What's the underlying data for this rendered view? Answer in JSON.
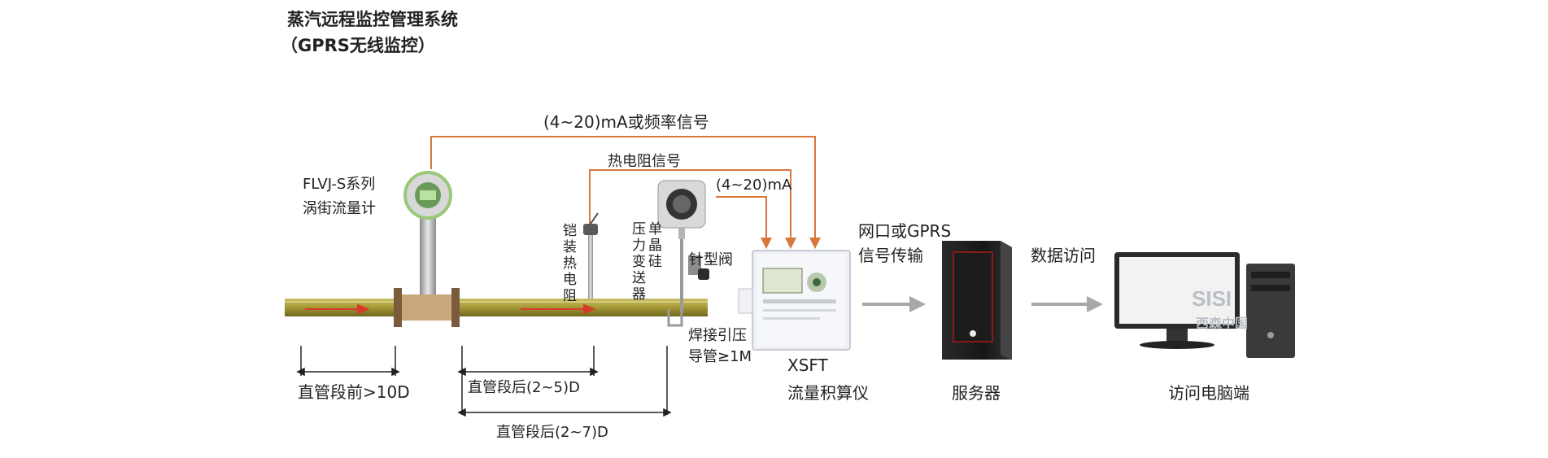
{
  "title": {
    "line1": "蒸汽远程监控管理系统",
    "line2": "（GPRS无线监控）"
  },
  "signals": {
    "ma_or_freq": "(4~20)mA或频率信号",
    "rtd_signal": "热电阻信号",
    "ma": "(4~20)mA"
  },
  "devices": {
    "vortex_flowmeter": [
      "FLVJ-S系列",
      "涡街流量计"
    ],
    "rtd": [
      "铠",
      "装",
      "热",
      "电",
      "阻"
    ],
    "pressure_transmitter_col1": [
      "压",
      "力",
      "变",
      "送",
      "器"
    ],
    "pressure_transmitter_col2": [
      "单",
      "晶",
      "硅"
    ],
    "needle_valve": "针型阀",
    "impulse_tube": [
      "焊接引压",
      "导管≥1M"
    ],
    "integrator": [
      "XSFT",
      "流量积算仪"
    ],
    "network": [
      "网口或GPRS",
      "信号传输"
    ],
    "server": "服务器",
    "data_access": "数据访问",
    "client": "访问电脑端",
    "watermark_mark": "SISI",
    "watermark_text": "西森中国"
  },
  "dimensions": {
    "upstream": "直管段前>10D",
    "downstream_short": "直管段后(2~5)D",
    "downstream_long": "直管段后(2~7)D"
  },
  "colors": {
    "signal_line": "#d9773a",
    "arrow_gray": "#a8a8a8",
    "pipe": "#a49a35",
    "flow_arrow": "#d83a2a"
  }
}
